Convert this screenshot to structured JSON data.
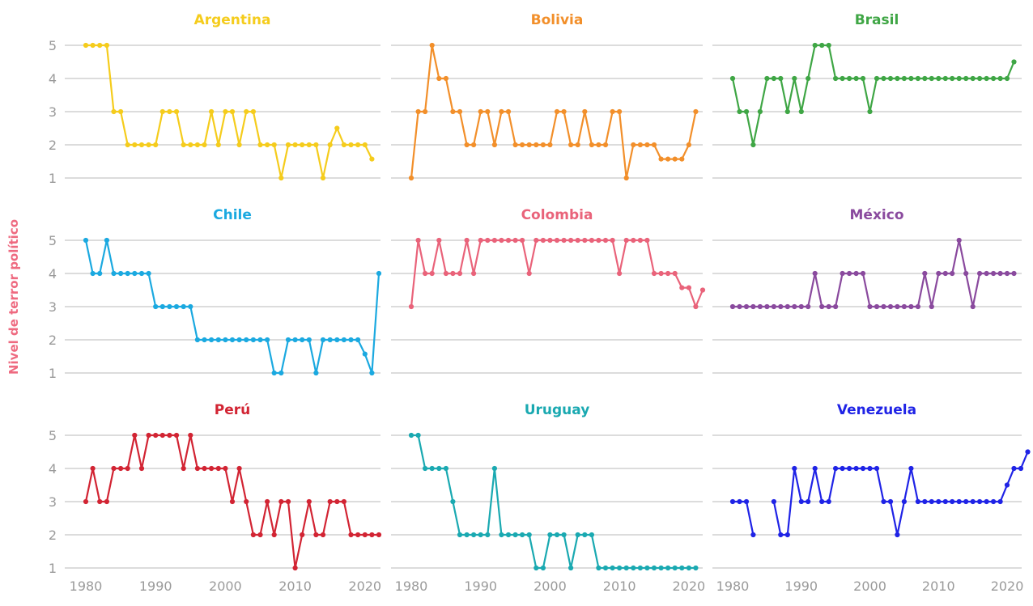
{
  "chart_data": {
    "type": "line",
    "ylabel": "Nivel de terror político",
    "xlabel": "",
    "ylim": [
      1,
      5
    ],
    "yticks": [
      1,
      2,
      3,
      4,
      5
    ],
    "xlim": [
      1980,
      2022
    ],
    "xticks": [
      1980,
      1990,
      2000,
      2010,
      2020
    ],
    "grid": true,
    "layout": "3x3 small multiples",
    "series": [
      {
        "name": "Argentina",
        "color": "#f5cc1c",
        "x_start": 1980,
        "values": [
          5,
          5,
          5,
          5,
          3,
          3,
          2,
          2,
          2,
          2,
          2,
          3,
          3,
          3,
          2,
          2,
          2,
          2,
          3,
          2,
          3,
          3,
          2,
          3,
          3,
          2,
          2,
          2,
          1,
          2,
          2,
          2,
          2,
          2,
          1,
          2,
          2.5,
          2,
          2,
          2,
          2,
          1.57
        ]
      },
      {
        "name": "Bolivia",
        "color": "#f28f2a",
        "x_start": 1980,
        "values": [
          1,
          3,
          3,
          5,
          4,
          4,
          3,
          3,
          2,
          2,
          3,
          3,
          2,
          3,
          3,
          2,
          2,
          2,
          2,
          2,
          2,
          3,
          3,
          2,
          2,
          3,
          2,
          2,
          2,
          3,
          3,
          1,
          2,
          2,
          2,
          2,
          1.57,
          1.57,
          1.57,
          1.57,
          2,
          3
        ]
      },
      {
        "name": "Brasil",
        "color": "#3fa645",
        "x_start": 1980,
        "values": [
          4,
          3,
          3,
          2,
          3,
          4,
          4,
          4,
          3,
          4,
          3,
          4,
          5,
          5,
          5,
          4,
          4,
          4,
          4,
          4,
          3,
          4,
          4,
          4,
          4,
          4,
          4,
          4,
          4,
          4,
          4,
          4,
          4,
          4,
          4,
          4,
          4,
          4,
          4,
          4,
          4,
          4.5
        ]
      },
      {
        "name": "Chile",
        "color": "#1ba9e0",
        "x_start": 1980,
        "values": [
          5,
          4,
          4,
          5,
          4,
          4,
          4,
          4,
          4,
          4,
          3,
          3,
          3,
          3,
          3,
          3,
          2,
          2,
          2,
          2,
          2,
          2,
          2,
          2,
          2,
          2,
          2,
          1,
          1,
          2,
          2,
          2,
          2,
          1,
          2,
          2,
          2,
          2,
          2,
          2,
          1.57,
          1,
          4
        ]
      },
      {
        "name": "Colombia",
        "color": "#e9637a",
        "x_start": 1980,
        "values": [
          3,
          5,
          4,
          4,
          5,
          4,
          4,
          4,
          5,
          4,
          5,
          5,
          5,
          5,
          5,
          5,
          5,
          4,
          5,
          5,
          5,
          5,
          5,
          5,
          5,
          5,
          5,
          5,
          5,
          5,
          4,
          5,
          5,
          5,
          5,
          4,
          4,
          4,
          4,
          3.57,
          3.57,
          3,
          3.5
        ]
      },
      {
        "name": "México",
        "color": "#8a4a9e",
        "x_start": 1980,
        "values": [
          3,
          3,
          3,
          3,
          3,
          3,
          3,
          3,
          3,
          3,
          3,
          3,
          4,
          3,
          3,
          3,
          4,
          4,
          4,
          4,
          3,
          3,
          3,
          3,
          3,
          3,
          3,
          3,
          4,
          3,
          4,
          4,
          4,
          5,
          4,
          3,
          4,
          4,
          4,
          4,
          4,
          4
        ]
      },
      {
        "name": "Perú",
        "color": "#d22433",
        "x_start": 1980,
        "values": [
          3,
          4,
          3,
          3,
          4,
          4,
          4,
          5,
          4,
          5,
          5,
          5,
          5,
          5,
          4,
          5,
          4,
          4,
          4,
          4,
          4,
          3,
          4,
          3,
          2,
          2,
          3,
          2,
          3,
          3,
          1,
          2,
          3,
          2,
          2,
          3,
          3,
          3,
          2,
          2,
          2,
          2,
          2
        ]
      },
      {
        "name": "Uruguay",
        "color": "#1aa9b1",
        "x_start": 1980,
        "values": [
          5,
          5,
          4,
          4,
          4,
          4,
          3,
          2,
          2,
          2,
          2,
          2,
          4,
          2,
          2,
          2,
          2,
          2,
          1,
          1,
          2,
          2,
          2,
          1,
          2,
          2,
          2,
          1,
          1,
          1,
          1,
          1,
          1,
          1,
          1,
          1,
          1,
          1,
          1,
          1,
          1,
          1
        ]
      },
      {
        "name": "Venezuela",
        "color": "#1f23e6",
        "x_start": 1980,
        "values": [
          3,
          3,
          3,
          2,
          null,
          null,
          3,
          2,
          2,
          4,
          3,
          3,
          4,
          3,
          3,
          4,
          4,
          4,
          4,
          4,
          4,
          4,
          3,
          3,
          2,
          3,
          4,
          3,
          3,
          3,
          3,
          3,
          3,
          3,
          3,
          3,
          3,
          3,
          3,
          3,
          3.5,
          4,
          4,
          4.5
        ]
      }
    ]
  }
}
